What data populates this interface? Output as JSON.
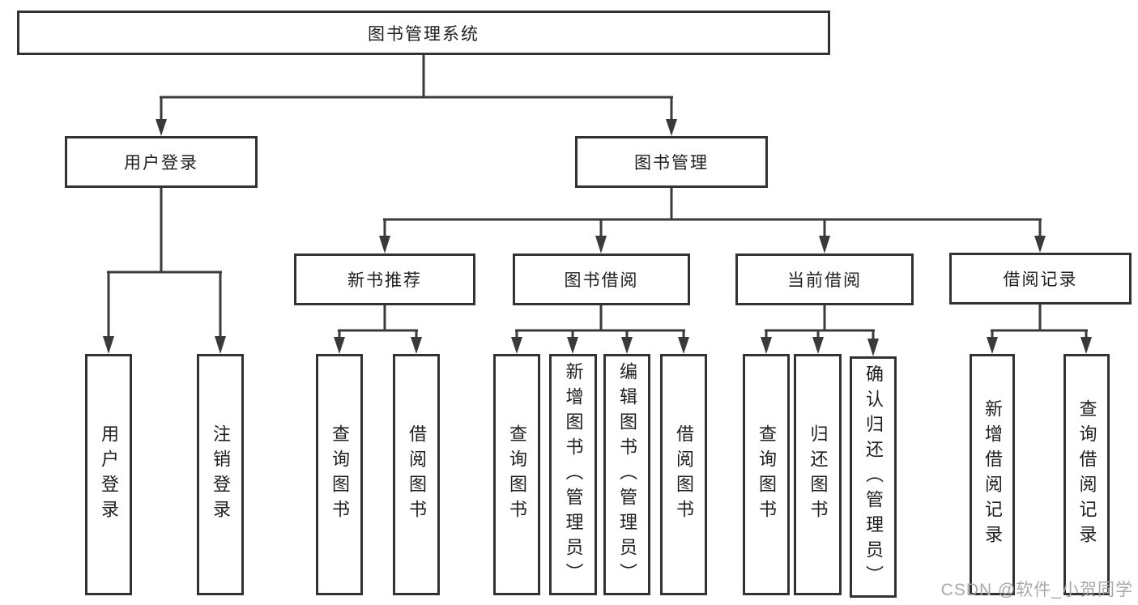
{
  "diagram": {
    "root": {
      "label": "图书管理系统"
    },
    "branches": [
      {
        "label": "用户登录",
        "children": [
          {
            "label": "用户登录"
          },
          {
            "label": "注销登录"
          }
        ]
      },
      {
        "label": "图书管理",
        "children": [
          {
            "label": "新书推荐",
            "children": [
              {
                "label": "查询图书"
              },
              {
                "label": "借阅图书"
              }
            ]
          },
          {
            "label": "图书借阅",
            "children": [
              {
                "label": "查询图书"
              },
              {
                "label": "新增图书（管理员）"
              },
              {
                "label": "编辑图书（管理员）"
              },
              {
                "label": "借阅图书"
              }
            ]
          },
          {
            "label": "当前借阅",
            "children": [
              {
                "label": "查询图书"
              },
              {
                "label": "归还图书"
              },
              {
                "label": "确认归还（管理员）"
              }
            ]
          },
          {
            "label": "借阅记录",
            "children": [
              {
                "label": "新增借阅记录"
              },
              {
                "label": "查询借阅记录"
              }
            ]
          }
        ]
      }
    ]
  },
  "watermark": {
    "text": "CSDN @软件_小贺同学"
  },
  "colors": {
    "line": "#3a3a3a",
    "box_border": "#323232",
    "text": "#1f1f1f",
    "watermark": "#a9a9a9",
    "background": "#ffffff"
  }
}
